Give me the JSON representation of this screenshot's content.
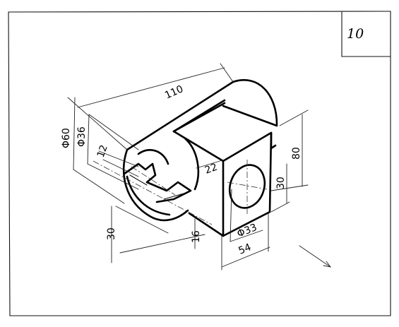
{
  "sheet": {
    "number": "10"
  },
  "dimensions": {
    "length": "110",
    "outer_diameter": "Φ60",
    "inner_diameter": "Φ36",
    "slot_width": "12",
    "plate_thickness": "22",
    "plate_height": "80",
    "hole_center_height": "30",
    "hole_diameter": "Φ33",
    "plate_width": "54",
    "axis_height": "30",
    "plate_offset": "16"
  }
}
